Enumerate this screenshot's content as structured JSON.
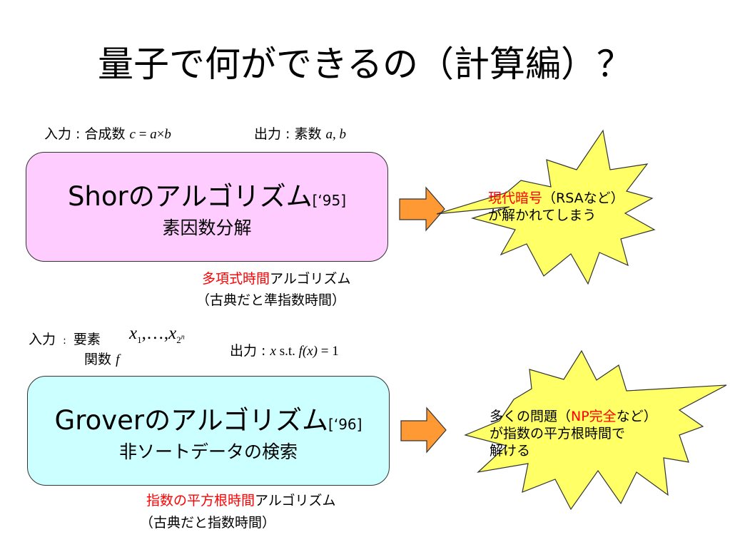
{
  "title": "量子で何ができるの（計算編）？",
  "shor": {
    "input_label": "入力 : 合成数",
    "input_expr": {
      "c": "c",
      "eq": " = ",
      "a": "a",
      "times": "×",
      "b": "b"
    },
    "output_label": "出力 : 素数",
    "output_expr": "a, b",
    "name": "Shorのアルゴリズム",
    "ref": "[‘95]",
    "problem": "素因数分解",
    "complexity_red": "多項式時間",
    "complexity_rest": "アルゴリズム",
    "classical": "（古典だと準指数時間）",
    "burst_red": "現代暗号",
    "burst_rest": "（RSAなど）",
    "burst_line2": "が解かれてしまう"
  },
  "grover": {
    "input_label": "入力",
    "input_sep": ":",
    "elements_label": "要素",
    "elements_expr": {
      "x1": "x",
      "sub1": "1",
      "dots": ",…,",
      "xn": "x",
      "sub2": "2",
      "supn": "n"
    },
    "function_label": "関数",
    "function_expr": "f",
    "output_label": "出力 :",
    "output_expr": {
      "x": "x",
      "st": " s.t. ",
      "fx": "f(x)",
      "eq": " = 1"
    },
    "name": "Groverのアルゴリズム",
    "ref": "[‘96]",
    "problem": "非ソートデータの検索",
    "complexity_red": "指数の平方根時間",
    "complexity_rest": "アルゴリズム",
    "classical": "（古典だと指数時間）",
    "burst_pre": "多くの問題（",
    "burst_red": "NP完全",
    "burst_post": "など）",
    "burst_line2": "が指数の平方根時間で",
    "burst_line3": "解ける"
  },
  "colors": {
    "shor_box": "#ffccff",
    "grover_box": "#ccffff",
    "arrow": "#ff9933",
    "burst": "#ffff66",
    "accent_red": "#ff0000"
  }
}
